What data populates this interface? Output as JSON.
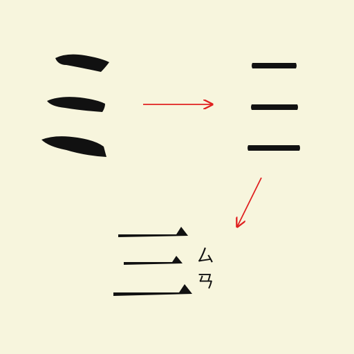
{
  "colors": {
    "background": "#f7f5dd",
    "ink": "#111111",
    "arrow": "#e02020"
  },
  "stages": {
    "ancient": {
      "glyph_name": "ancient-script-three",
      "strokes": 3
    },
    "clerical": {
      "glyph_name": "clerical-script-three",
      "strokes": 3
    },
    "modern": {
      "character": "三",
      "strokes": 3
    }
  },
  "zhuyin": {
    "initial": "ㄙ",
    "final": "ㄢ"
  }
}
